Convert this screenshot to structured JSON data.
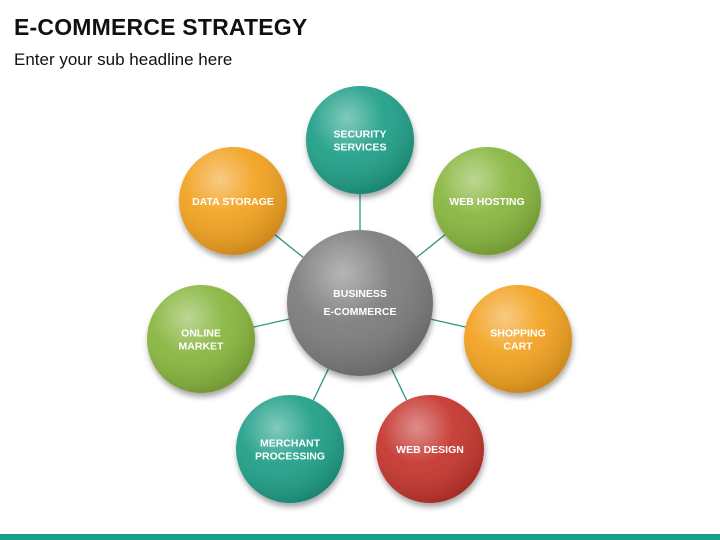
{
  "header": {
    "title": "E-COMMERCE STRATEGY",
    "subtitle": "Enter your sub headline here"
  },
  "diagram": {
    "center": {
      "line1": "BUSINESS",
      "line2": "E-COMMERCE",
      "color": "#7a7a7a"
    },
    "nodes": [
      {
        "id": "security-services",
        "lines": [
          "SECURITY",
          "SERVICES"
        ],
        "color": "#1a9e86"
      },
      {
        "id": "web-hosting",
        "lines": [
          "WEB HOSTING"
        ],
        "color": "#86b53a"
      },
      {
        "id": "shopping-cart",
        "lines": [
          "SHOPPING",
          "CART"
        ],
        "color": "#f2a01d"
      },
      {
        "id": "web-design",
        "lines": [
          "WEB DESIGN"
        ],
        "color": "#c4322b"
      },
      {
        "id": "merchant-processing",
        "lines": [
          "MERCHANT",
          "PROCESSING"
        ],
        "color": "#1a9e86"
      },
      {
        "id": "online-market",
        "lines": [
          "ONLINE",
          "MARKET"
        ],
        "color": "#86b53a"
      },
      {
        "id": "data-storage",
        "lines": [
          "DATA STORAGE"
        ],
        "color": "#f2a01d"
      }
    ],
    "connector_color": "#2a9a80"
  },
  "footer": {
    "bar_color": "#1a9e86"
  }
}
